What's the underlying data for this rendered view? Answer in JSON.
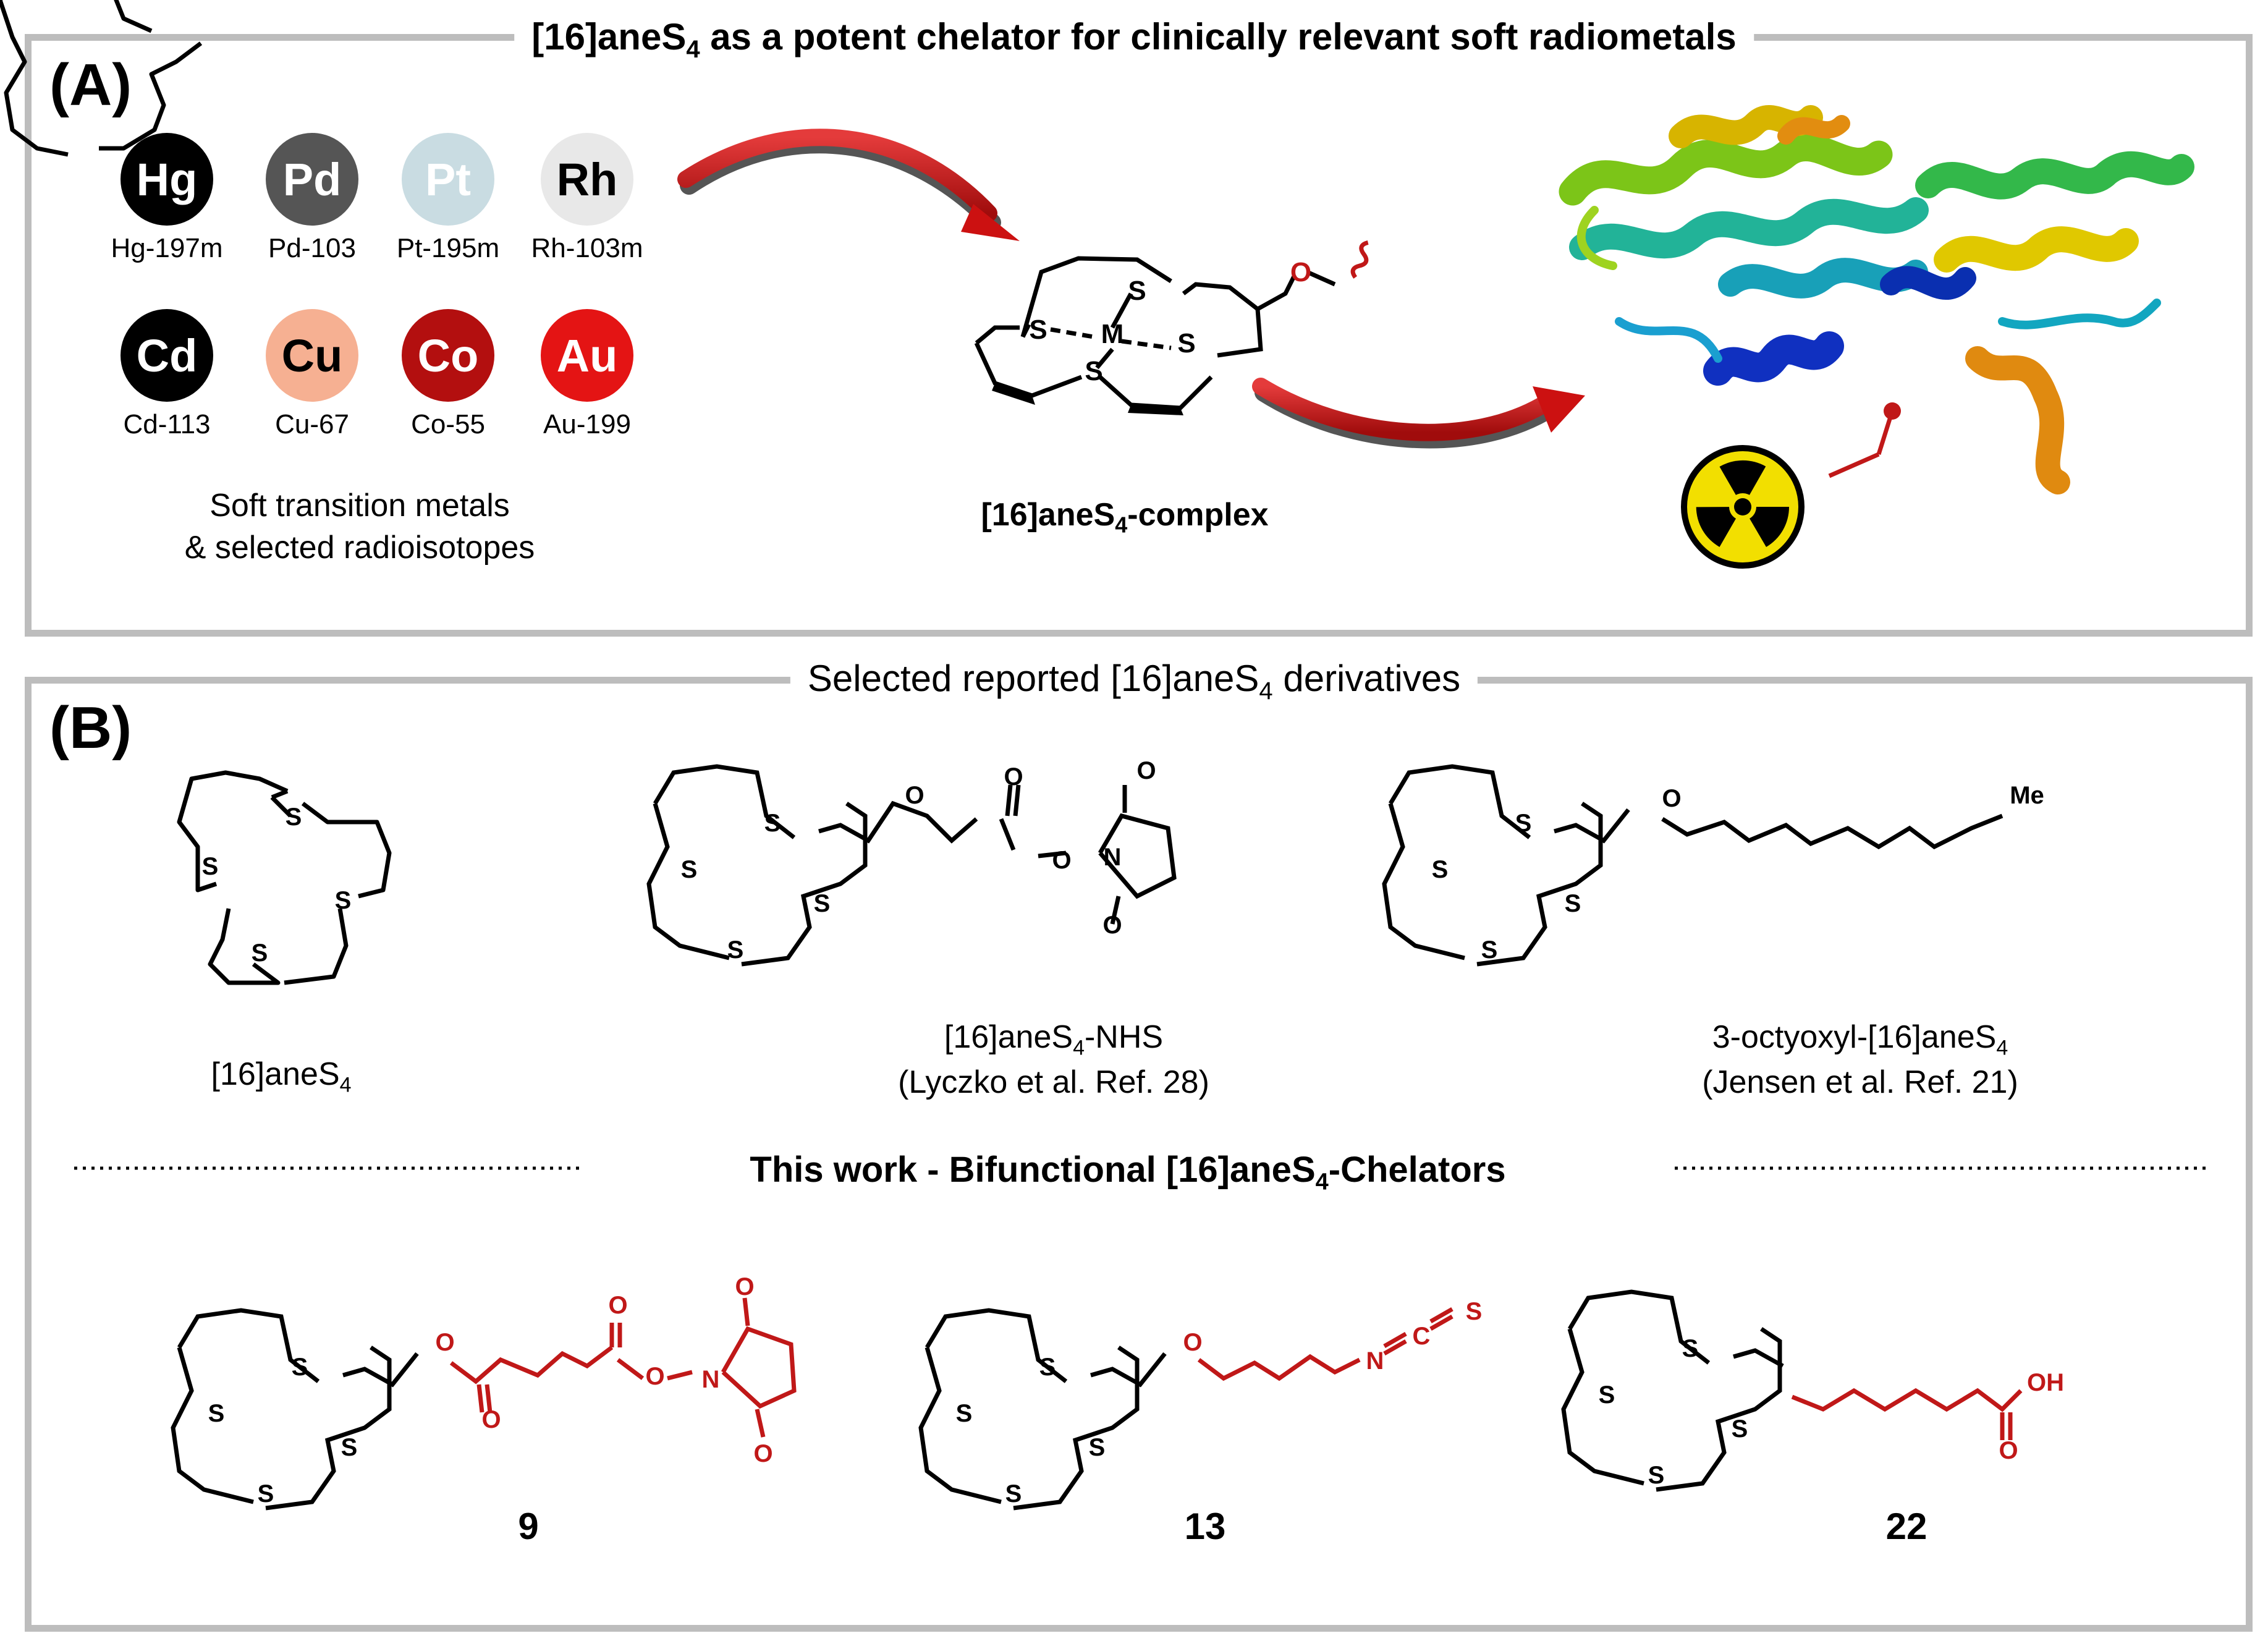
{
  "panelA": {
    "title_main": "[16]aneS",
    "title_sub": "4",
    "title_rest": " as a potent chelator for clinically relevant soft radiometals",
    "label": "(A)",
    "metals": [
      {
        "symbol": "Hg",
        "isotope": "Hg-197m",
        "color": "#000000",
        "text_color": "#ffffff"
      },
      {
        "symbol": "Pd",
        "isotope": "Pd-103",
        "color": "#555555",
        "text_color": "#ffffff"
      },
      {
        "symbol": "Pt",
        "isotope": "Pt-195m",
        "color": "#c9dce2",
        "text_color": "#ffffff"
      },
      {
        "symbol": "Rh",
        "isotope": "Rh-103m",
        "color": "#e8e8e8",
        "text_color": "#000000"
      },
      {
        "symbol": "Cd",
        "isotope": "Cd-113",
        "color": "#000000",
        "text_color": "#ffffff"
      },
      {
        "symbol": "Cu",
        "isotope": "Cu-67",
        "color": "#f6b092",
        "text_color": "#000000"
      },
      {
        "symbol": "Co",
        "isotope": "Co-55",
        "color": "#b30f0f",
        "text_color": "#ffffff"
      },
      {
        "symbol": "Au",
        "isotope": "Au-199",
        "color": "#e41414",
        "text_color": "#ffffff"
      }
    ],
    "metals_caption_1": "Soft transition metals",
    "metals_caption_2": "& selected radioisotopes",
    "complex_caption_main": "[16]aneS",
    "complex_caption_sub": "4",
    "complex_caption_rest": "-complex",
    "complex_atoms": {
      "s": "S",
      "m": "M",
      "o": "O"
    }
  },
  "panelB": {
    "title_main": "Selected reported [16]aneS",
    "title_sub": "4",
    "title_rest": " derivatives",
    "label": "(B)",
    "atoms": {
      "s": "S",
      "o": "O",
      "n": "N",
      "me": "Me",
      "oh": "OH",
      "c": "C"
    },
    "compound1": {
      "name_main": "[16]aneS",
      "name_sub": "4"
    },
    "compound2": {
      "name_main": "[16]aneS",
      "name_sub": "4",
      "name_rest": "-NHS",
      "ref": "(Lyczko et al. Ref. 28)"
    },
    "compound3": {
      "name_main": "3-octyoxyl-[16]aneS",
      "name_sub": "4",
      "ref": "(Jensen et al. Ref. 21)"
    },
    "this_work_main": "This work - Bifunctional [16]aneS",
    "this_work_sub": "4",
    "this_work_rest": "-Chelators",
    "numbers": [
      "9",
      "13",
      "22"
    ]
  },
  "colors": {
    "panel_border": "#bdbdbd",
    "arrow": "#cc1111",
    "highlight": "#c01818",
    "radiation": "#f2df00"
  }
}
